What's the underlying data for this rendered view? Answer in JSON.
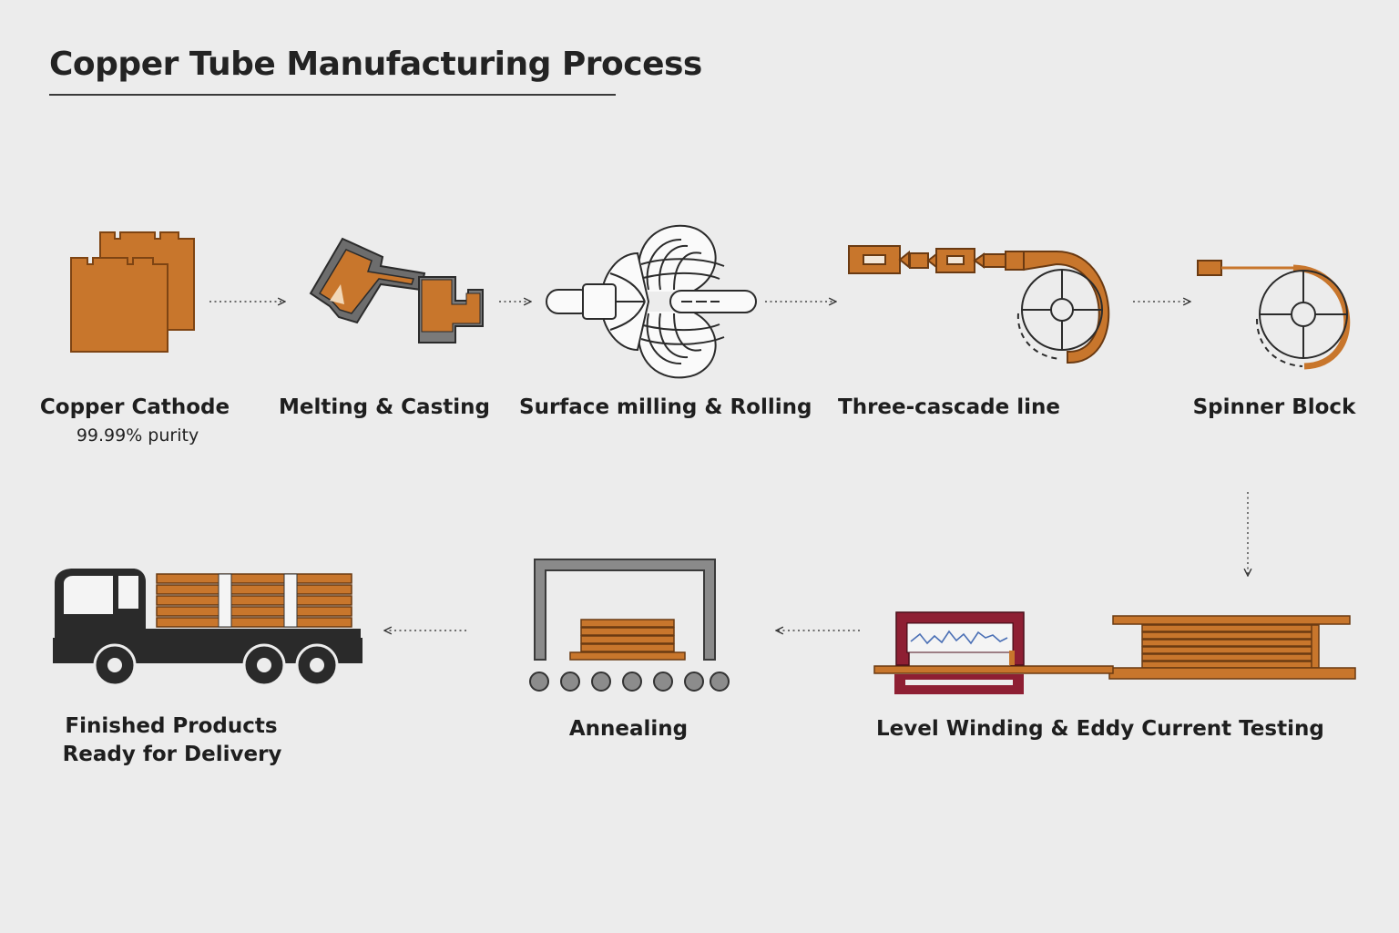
{
  "title": "Copper Tube Manufacturing Process",
  "colors": {
    "copper": "#c8762c",
    "copper_dark": "#8a4a16",
    "ink": "#2a2a2a",
    "steel": "#7a7a7a",
    "frame_red": "#8e1f33",
    "background": "#ececec"
  },
  "steps": [
    {
      "id": "copper-cathode",
      "label": "Copper Cathode",
      "sublabel": "99.99% purity",
      "icon": "copper-plates-icon"
    },
    {
      "id": "melting-casting",
      "label": "Melting & Casting",
      "icon": "casting-furnace-icon"
    },
    {
      "id": "surface-milling-rolling",
      "label": "Surface milling & Rolling",
      "icon": "rolling-mill-icon"
    },
    {
      "id": "three-cascade-line",
      "label": "Three-cascade line",
      "icon": "cascade-drawing-icon"
    },
    {
      "id": "spinner-block",
      "label": "Spinner Block",
      "icon": "spinner-block-icon"
    },
    {
      "id": "level-winding-eddy",
      "label": "Level Winding & Eddy Current Testing",
      "icon": "eddy-current-tester-icon"
    },
    {
      "id": "annealing",
      "label": "Annealing",
      "icon": "annealing-furnace-icon"
    },
    {
      "id": "finished-products",
      "label_line1": "Finished Products",
      "label_line2": "Ready for Delivery",
      "icon": "delivery-truck-icon"
    }
  ]
}
